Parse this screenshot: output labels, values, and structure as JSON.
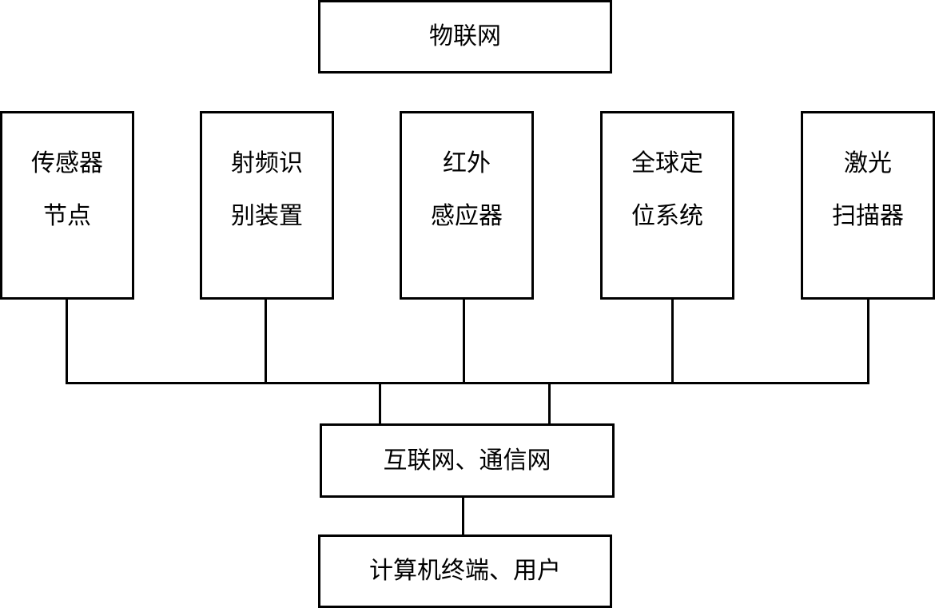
{
  "diagram": {
    "top_box": {
      "label": "物联网"
    },
    "devices": [
      {
        "line1": "传感器",
        "line2": "节点"
      },
      {
        "line1": "射频识",
        "line2": "别装置"
      },
      {
        "line1": "红外",
        "line2": "感应器"
      },
      {
        "line1": "全球定",
        "line2": "位系统"
      },
      {
        "line1": "激光",
        "line2": "扫描器"
      }
    ],
    "network_box": {
      "label": "互联网、通信网"
    },
    "terminal_box": {
      "label": "计算机终端、用户"
    }
  }
}
